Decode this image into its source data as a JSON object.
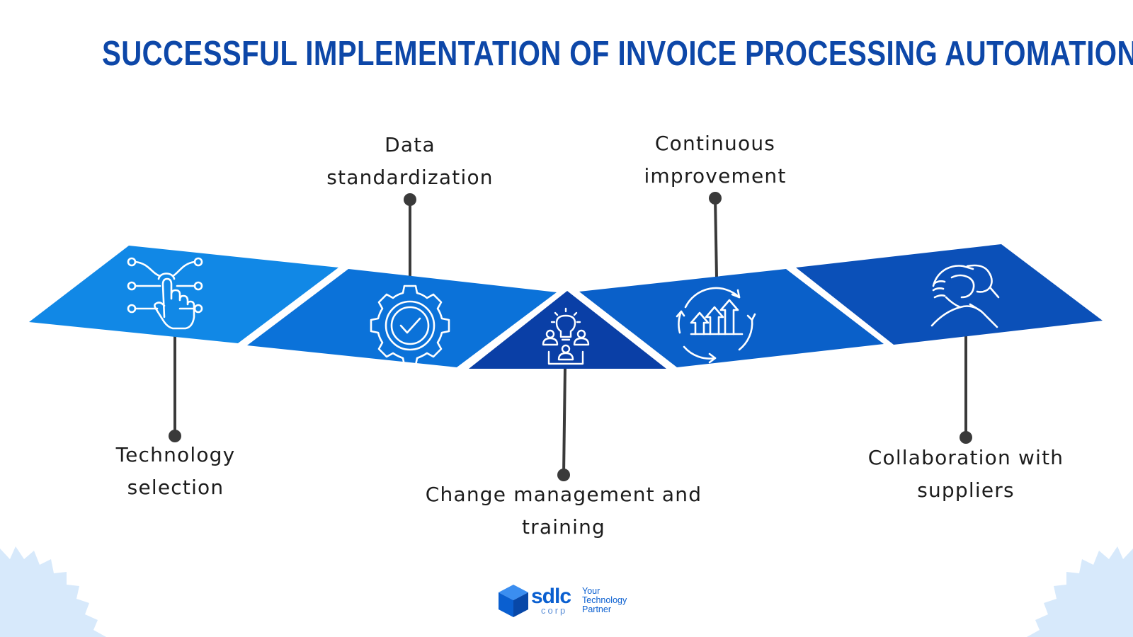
{
  "title": "SUCCESSFUL IMPLEMENTATION OF INVOICE PROCESSING AUTOMATION",
  "colors": {
    "title": "#0d47a8",
    "segment_1": "#1188e6",
    "segment_2": "#0b72d9",
    "segment_3": "#0a3fa6",
    "segment_4": "#0a60c9",
    "segment_5": "#0b50b8",
    "connector": "#3a3a3a",
    "corner_decoration": "#d7e9fb"
  },
  "steps": [
    {
      "line1": "Technology",
      "line2": "selection",
      "icon": "touch-network-icon"
    },
    {
      "line1": "Data",
      "line2": "standardization",
      "icon": "gear-check-icon"
    },
    {
      "line1": "Change management and",
      "line2": "training",
      "icon": "team-idea-icon"
    },
    {
      "line1": "Continuous",
      "line2": "improvement",
      "icon": "growth-cycle-icon"
    },
    {
      "line1": "Collaboration with",
      "line2": "suppliers",
      "icon": "handshake-icon"
    }
  ],
  "logo": {
    "wordmark": "sdlc",
    "sub": "corp",
    "tagline_1": "Your",
    "tagline_2": "Technology",
    "tagline_3": "Partner"
  }
}
